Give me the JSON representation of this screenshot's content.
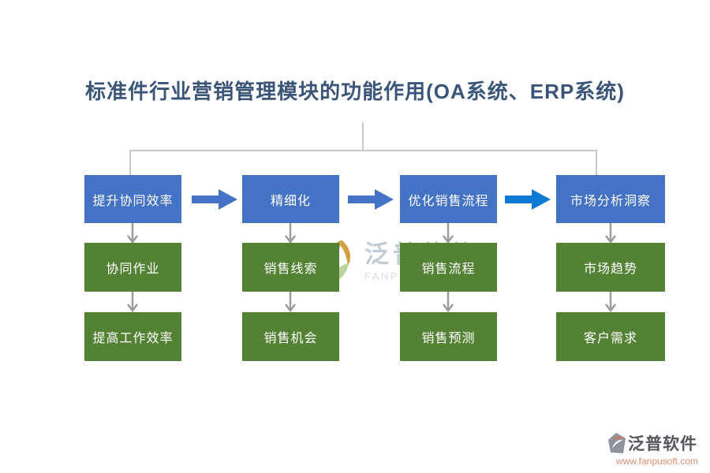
{
  "title": {
    "text": "标准件行业营销管理模块的功能作用(OA系统、ERP系统)"
  },
  "columns": [
    {
      "top": "提升协同效率",
      "middle": "协同作业",
      "bottom": "提高工作效率"
    },
    {
      "top": "精细化",
      "middle": "销售线索",
      "bottom": "销售机会"
    },
    {
      "top": "优化销售流程",
      "middle": "销售流程",
      "bottom": "销售预测"
    },
    {
      "top": "市场分析洞察",
      "middle": "市场趋势",
      "bottom": "客户需求"
    }
  ],
  "watermark": {
    "brand": "泛普软件",
    "subtitle": "FANPU SOFTWARE"
  },
  "footer": {
    "brand": "泛普软件",
    "url": "www.fanpusoft.com"
  },
  "colors": {
    "title_text": "#3A5578",
    "box_blue": "#4472C4",
    "box_green": "#548235",
    "arrow_blue": "#4472C4",
    "arrow_blue_bright": "#0E7AD3",
    "connector_line": "#C9C9C9",
    "down_arrow": "#9D9D9D",
    "watermark_text": "#C2CCD6",
    "watermark_sub": "#DCDCDC",
    "footer_brand": "#55575C",
    "footer_url": "#DE8E70"
  }
}
